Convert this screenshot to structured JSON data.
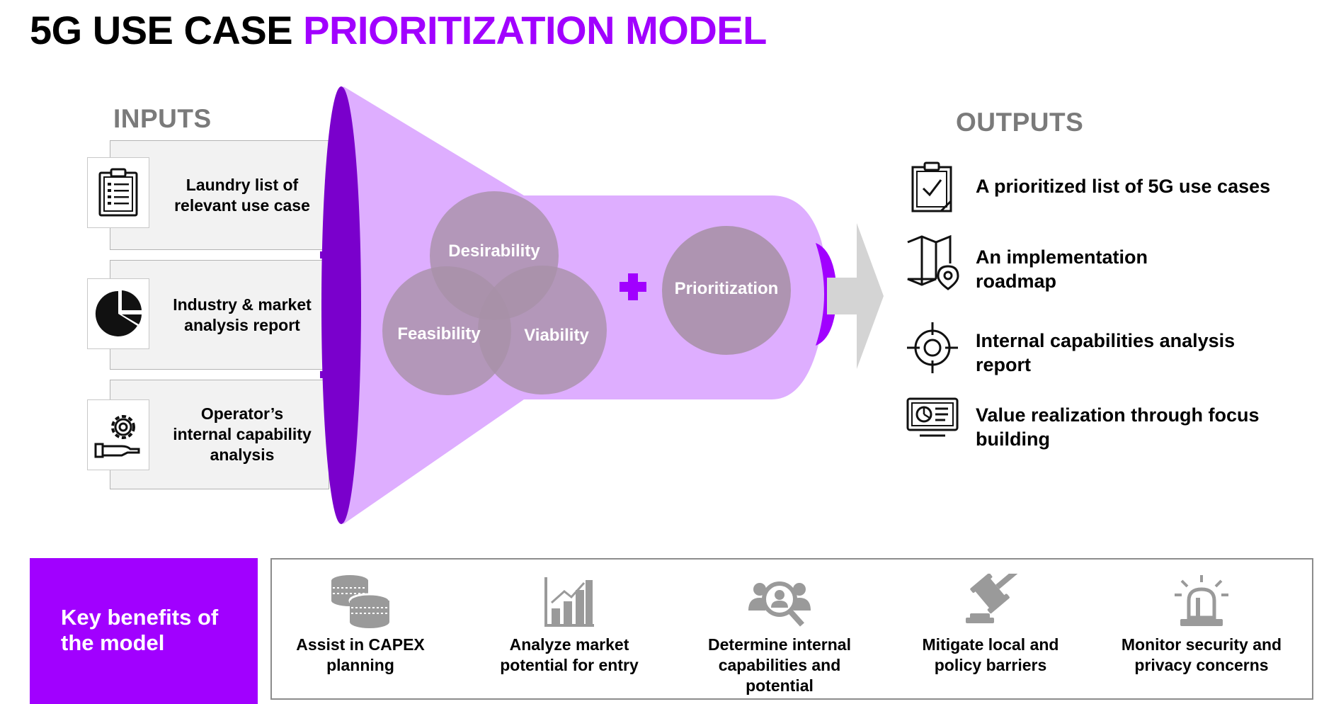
{
  "title": {
    "part1": "5G USE CASE",
    "part2": "PRIORITIZATION MODEL"
  },
  "colors": {
    "accent": "#a100ff",
    "funnel_fill": "#deaeff",
    "circle": "#a891a8",
    "gray_text": "#7a7a7a"
  },
  "inputs": {
    "label": "INPUTS",
    "items": [
      {
        "lines": [
          "Laundry list of",
          "relevant use case"
        ],
        "icon": "clipboard-list-icon"
      },
      {
        "lines": [
          "Industry & market",
          "analysis report"
        ],
        "icon": "pie-chart-icon"
      },
      {
        "lines": [
          "Operator’s",
          "internal capability",
          "analysis"
        ],
        "icon": "gear-hand-icon"
      }
    ]
  },
  "funnel": {
    "criteria": [
      "Desirability",
      "Feasibility",
      "Viability"
    ],
    "plus_icon": "plus-icon",
    "result": "Prioritization"
  },
  "outputs": {
    "label": "OUTPUTS",
    "items": [
      {
        "lines": [
          "A prioritized list of 5G use cases"
        ],
        "icon": "checklist-icon"
      },
      {
        "lines": [
          "An implementation",
          "roadmap"
        ],
        "icon": "map-pin-icon"
      },
      {
        "lines": [
          "Internal capabilities analysis",
          "report"
        ],
        "icon": "target-icon"
      },
      {
        "lines": [
          "Value realization through focus",
          "building"
        ],
        "icon": "dashboard-monitor-icon"
      }
    ]
  },
  "benefits": {
    "heading": [
      "Key benefits of",
      "the model"
    ],
    "items": [
      {
        "lines": [
          "Assist in CAPEX",
          "planning"
        ],
        "icon": "coins-icon"
      },
      {
        "lines": [
          "Analyze market",
          "potential for entry"
        ],
        "icon": "bar-chart-icon"
      },
      {
        "lines": [
          "Determine internal",
          "capabilities and",
          "potential"
        ],
        "icon": "people-search-icon"
      },
      {
        "lines": [
          "Mitigate local and",
          "policy barriers"
        ],
        "icon": "gavel-icon"
      },
      {
        "lines": [
          "Monitor security and",
          "privacy concerns"
        ],
        "icon": "alarm-light-icon"
      }
    ]
  }
}
